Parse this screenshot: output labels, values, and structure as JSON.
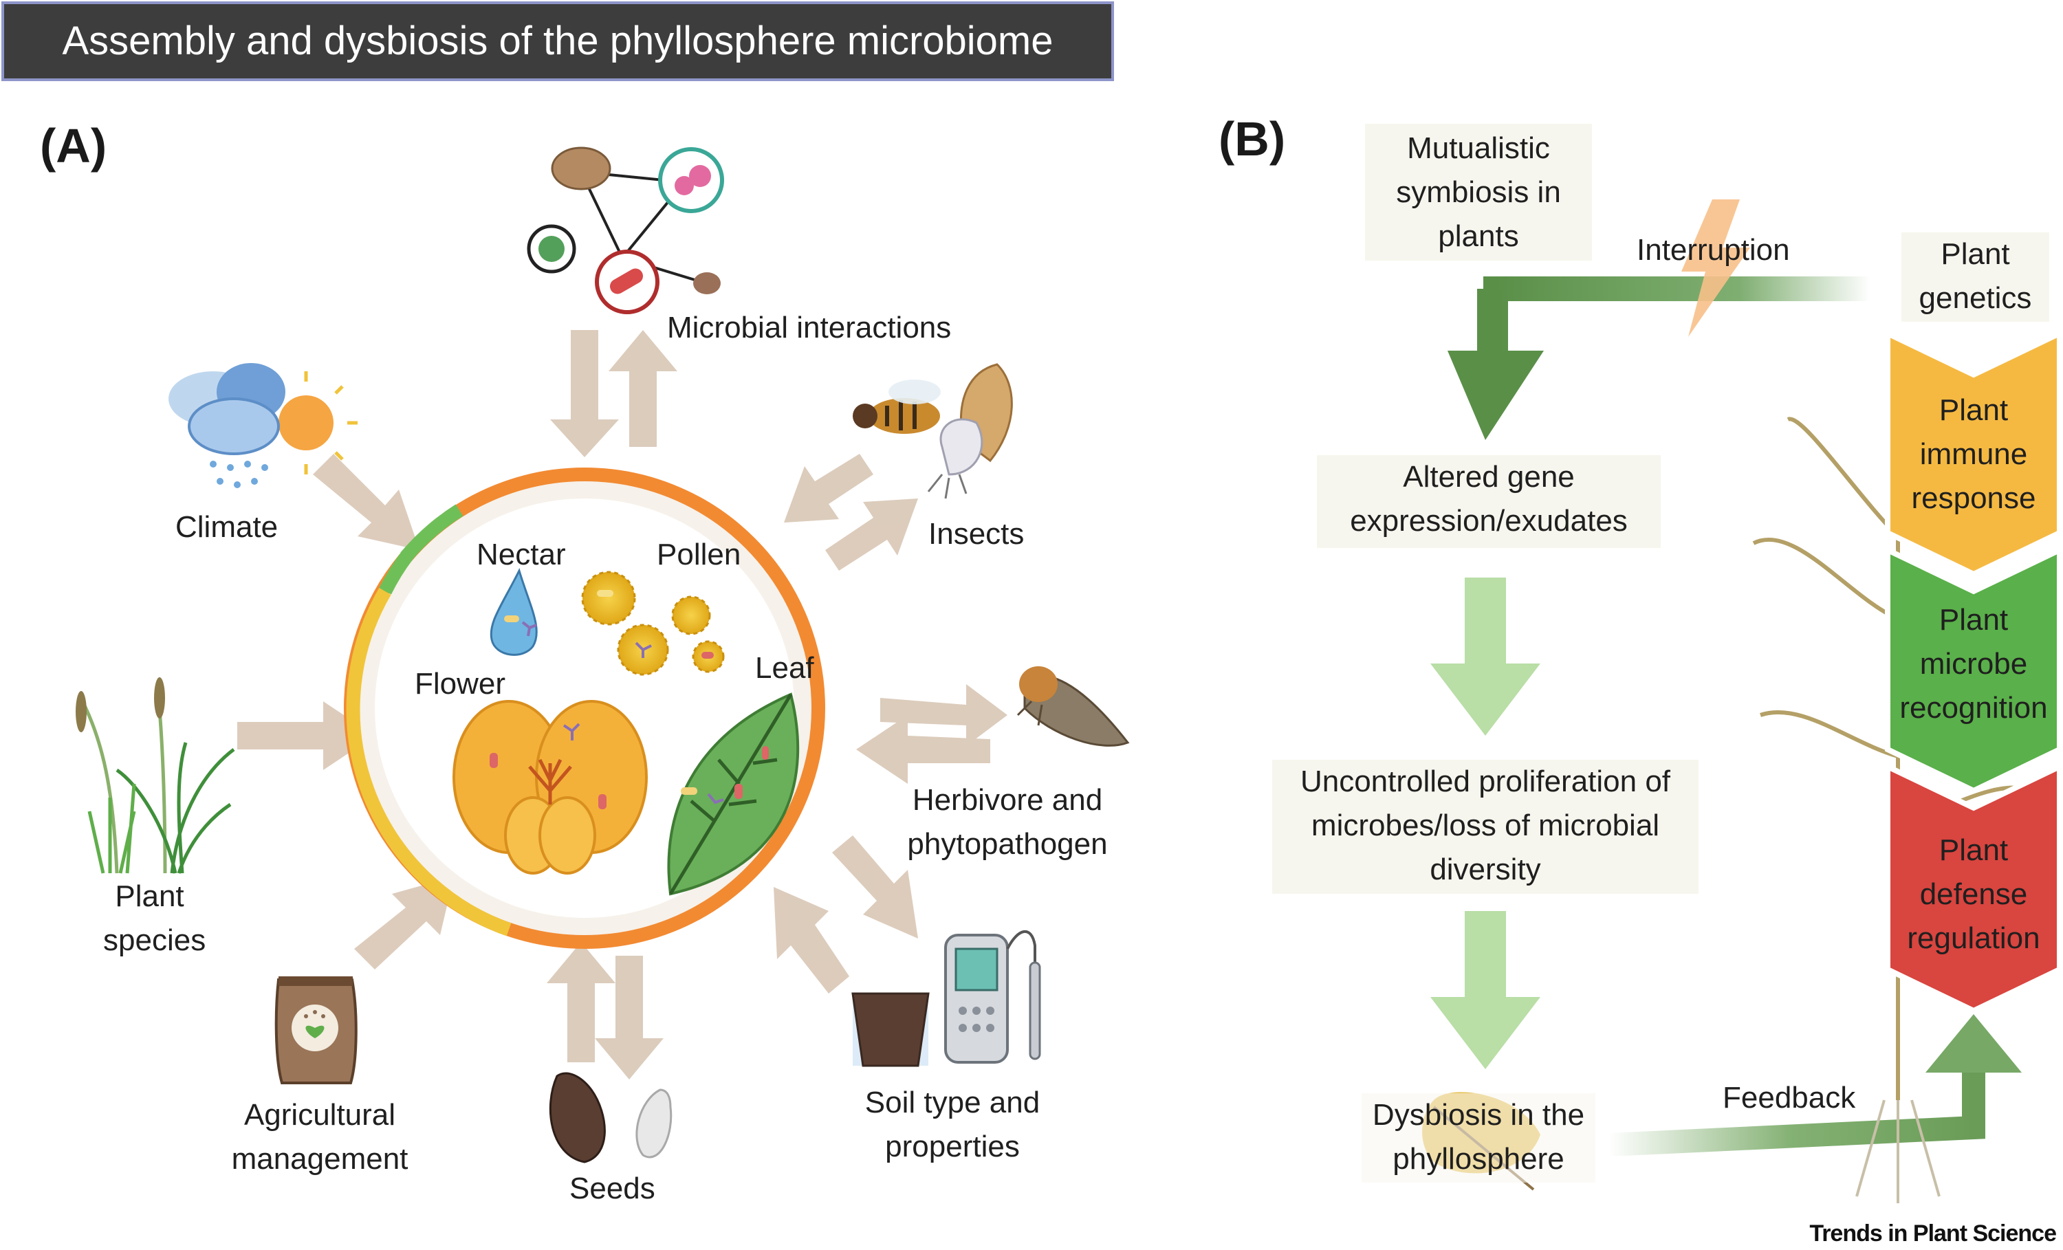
{
  "title": "Assembly and dysbiosis of the phyllosphere microbiome",
  "panel_a": {
    "letter": "(A)",
    "center": {
      "nectar": "Nectar",
      "pollen": "Pollen",
      "flower": "Flower",
      "leaf": "Leaf"
    },
    "factors": {
      "microbial_interactions": "Microbial interactions",
      "climate": "Climate",
      "insects": "Insects",
      "plant_species": [
        "Plant",
        "species"
      ],
      "herbivore": [
        "Herbivore and",
        "phytopathogen"
      ],
      "agricultural": [
        "Agricultural",
        "management"
      ],
      "seeds": "Seeds",
      "soil": [
        "Soil type and",
        "properties"
      ]
    }
  },
  "panel_b": {
    "letter": "(B)",
    "mutualistic": [
      "Mutualistic",
      "symbiosis in",
      "plants"
    ],
    "interruption": "Interruption",
    "plant_genetics": [
      "Plant",
      "genetics"
    ],
    "altered": [
      "Altered gene",
      "expression/exudates"
    ],
    "uncontrolled": [
      "Uncontrolled proliferation of",
      "microbes/loss of microbial",
      "diversity"
    ],
    "dysbiosis": [
      "Dysbiosis in the",
      "phyllosphere"
    ],
    "feedback": "Feedback",
    "chevrons": [
      {
        "lines": [
          "Plant",
          "immune",
          "response"
        ],
        "color": "#f5b942"
      },
      {
        "lines": [
          "Plant",
          "microbe",
          "recognition"
        ],
        "color": "#5ab04a"
      },
      {
        "lines": [
          "Plant",
          "defense",
          "regulation"
        ],
        "color": "#d9453f"
      }
    ]
  },
  "journal": "Trends in Plant Science"
}
